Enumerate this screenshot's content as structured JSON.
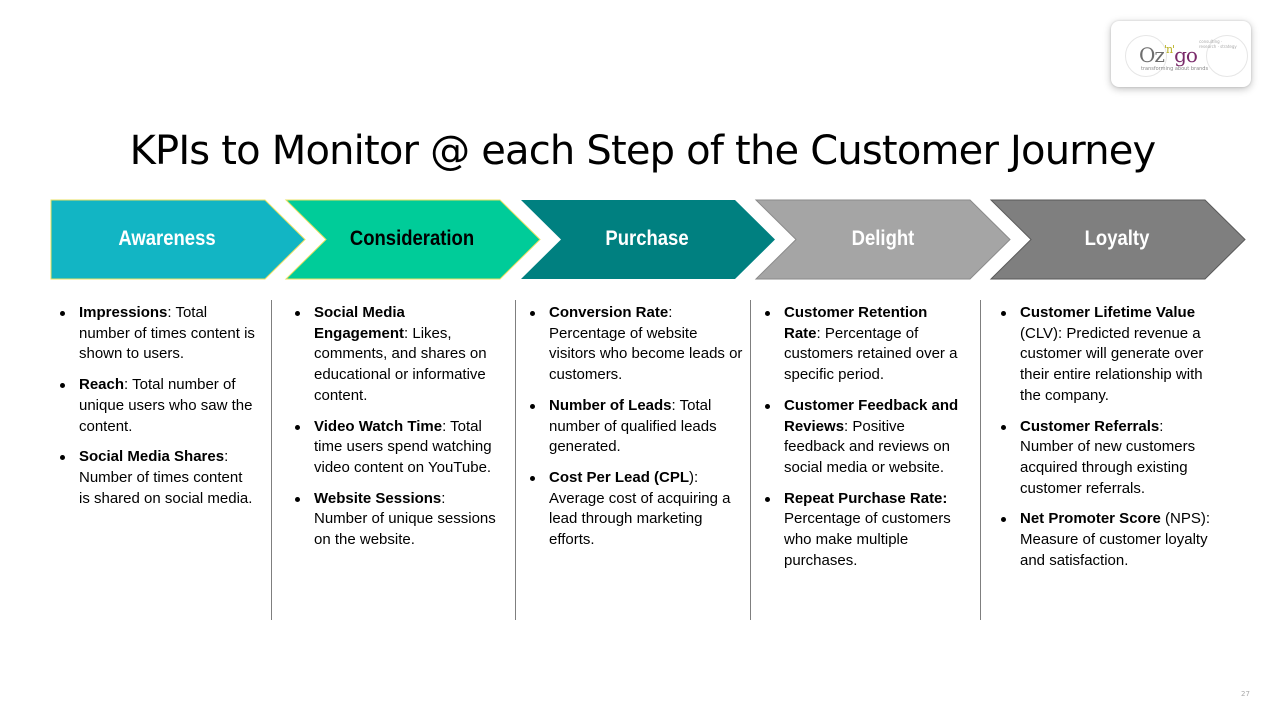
{
  "logo": {
    "brand_main": "Oz",
    "brand_mid": "'n'",
    "brand_end": "go",
    "tagline": "transforming about brands",
    "fine_print": "consulting · research · strategy"
  },
  "title": "KPIs to Monitor @ each Step of the Customer Journey",
  "steps": [
    {
      "label": "Awareness",
      "fill": "#12B5C4",
      "text_color": "#FFFFFF"
    },
    {
      "label": "Consideration",
      "fill": "#00CC99",
      "text_color": "#000000"
    },
    {
      "label": "Purchase",
      "fill": "#008080",
      "text_color": "#FFFFFF"
    },
    {
      "label": "Delight",
      "fill": "#A5A5A5",
      "text_color": "#FFFFFF"
    },
    {
      "label": "Loyalty",
      "fill": "#7F7F7F",
      "text_color": "#FFFFFF"
    }
  ],
  "columns": [
    {
      "items": [
        {
          "term": "Impressions",
          "desc": ": Total number of times content is shown to users."
        },
        {
          "term": "Reach",
          "desc": ": Total number of unique users who saw the content."
        },
        {
          "term": "Social Media Shares",
          "desc": ": Number of times content is shared on social media."
        }
      ]
    },
    {
      "items": [
        {
          "term": "Social Media Engagement",
          "desc": ": Likes, comments, and shares on educational or informative content."
        },
        {
          "term": "Video Watch Time",
          "desc": ": Total time users spend watching video content on YouTube."
        },
        {
          "term": "Website Sessions",
          "desc": ": Number of unique sessions on the website."
        }
      ]
    },
    {
      "items": [
        {
          "term": "Conversion Rate",
          "desc": ": Percentage of website visitors who become leads or customers."
        },
        {
          "term": "Number of Leads",
          "desc": ": Total number of qualified leads generated."
        },
        {
          "term": "Cost Per Lead (CPL",
          "desc": "): Average cost of acquiring a lead through marketing efforts."
        }
      ]
    },
    {
      "items": [
        {
          "term": "Customer Retention Rate",
          "desc": ": Percentage of customers retained over a specific period."
        },
        {
          "term": "Customer Feedback and Reviews",
          "desc": ": Positive feedback and reviews on social media or website."
        },
        {
          "term": "Repeat Purchase Rate:",
          "desc": " Percentage of customers who make multiple purchases."
        }
      ]
    },
    {
      "items": [
        {
          "term": "Customer Lifetime Value",
          "desc": " (CLV): Predicted revenue a customer will generate over their entire relationship with the company."
        },
        {
          "term": "Customer Referrals",
          "desc": ": Number of new customers acquired through existing customer referrals."
        },
        {
          "term": "Net Promoter Score",
          "desc": " (NPS): Measure of customer loyalty and satisfaction."
        }
      ]
    }
  ],
  "page_number": "27"
}
